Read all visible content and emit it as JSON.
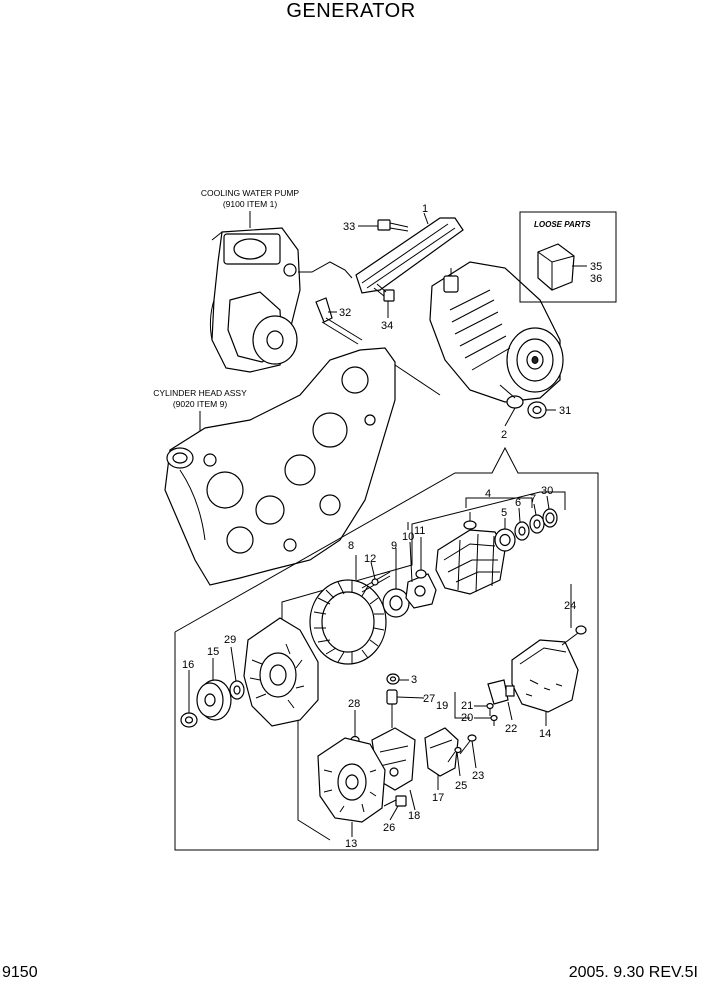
{
  "title": "GENERATOR",
  "page_number": "9150",
  "revision": "2005. 9.30  REV.5I",
  "notes": {
    "water_pump_line1": "COOLING WATER PUMP",
    "water_pump_line2": "(9100 ITEM 1)",
    "cyl_head_line1": "CYLINDER HEAD ASSY",
    "cyl_head_line2": "(9020 ITEM 9)",
    "loose_parts": "LOOSE PARTS"
  },
  "callouts": [
    "1",
    "2",
    "3",
    "4",
    "5",
    "6",
    "7",
    "8",
    "9",
    "10",
    "11",
    "12",
    "13",
    "14",
    "15",
    "16",
    "17",
    "18",
    "19",
    "20",
    "21",
    "22",
    "23",
    "24",
    "25",
    "26",
    "27",
    "28",
    "29",
    "30",
    "31",
    "32",
    "33",
    "34",
    "35",
    "36"
  ]
}
